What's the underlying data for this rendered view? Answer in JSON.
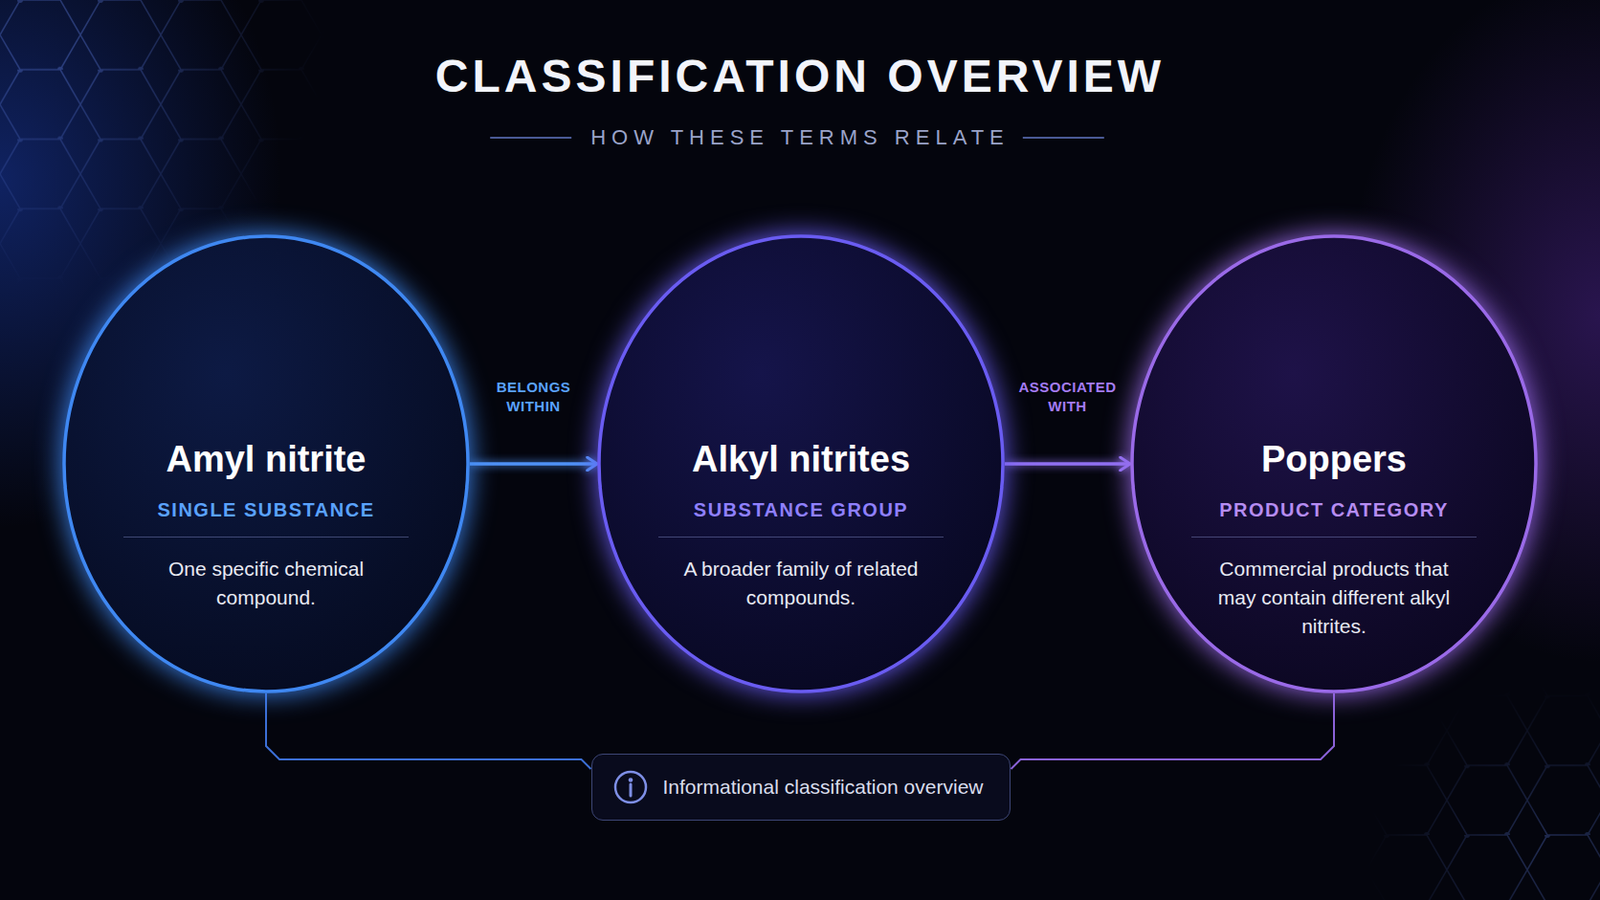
{
  "diagram": {
    "title": "CLASSIFICATION OVERVIEW",
    "nodes": [
      {
        "text": [
          "Amyl nitrite",
          "SINGLE SUBSTANCE",
          "One specific chemical compound."
        ]
      },
      {
        "text": [
          "Alkyl nitrites",
          "SUBSTANCE GROUP",
          "A broader family of related compounds."
        ]
      },
      {
        "text": [
          "Poppers",
          "PRODUCT CATEGORY",
          "Commercial products that may contain different alkyl nitrites."
        ]
      },
      {
        "text": [
          "Informational classification overview"
        ]
      }
    ],
    "edges": [
      {
        "from": 0,
        "to": 1,
        "arrow": "to",
        "label": "BELONGS WITHIN"
      },
      {
        "from": 1,
        "to": 2,
        "arrow": "to",
        "label": "ASSOCIATED WITH"
      },
      {
        "from": 0,
        "to": 3,
        "arrow": "none"
      },
      {
        "from": 2,
        "to": 3,
        "arrow": "none"
      }
    ],
    "labels": [
      "HOW THESE TERMS RELATE"
    ]
  }
}
